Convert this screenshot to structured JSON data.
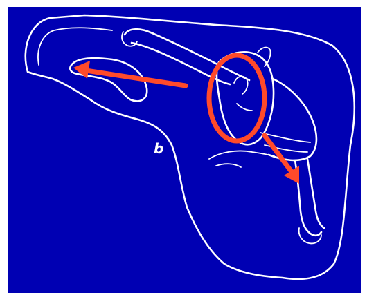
{
  "figure": {
    "label": "b"
  },
  "colors": {
    "background": "#0000b3",
    "outline": "#ffffff",
    "highlight": "#ff4a2a"
  },
  "annotations": {
    "highlight_shape": "ellipse",
    "arrow_count": 2
  }
}
